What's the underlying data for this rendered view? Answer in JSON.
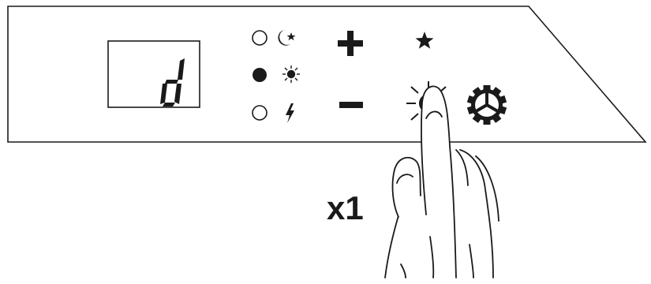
{
  "display": {
    "value": "d",
    "kind": "7-segment"
  },
  "mode_indicators": [
    {
      "mode": "comfort-night",
      "icon": "moon-star-icon",
      "state": "off"
    },
    {
      "mode": "comfort-day",
      "icon": "sun-icon",
      "state": "on"
    },
    {
      "mode": "boost",
      "icon": "lightning-icon",
      "state": "off"
    }
  ],
  "buttons": [
    {
      "id": "plus",
      "icon": "plus-icon"
    },
    {
      "id": "minus",
      "icon": "minus-icon"
    },
    {
      "id": "night-mode",
      "icon": "moon-star-icon"
    },
    {
      "id": "day-mode",
      "icon": "sun-icon"
    },
    {
      "id": "settings",
      "icon": "gear-icon"
    }
  ],
  "instruction": {
    "press_count": "x1",
    "pressed_button": "day-mode"
  },
  "colors": {
    "ink": "#1a1a1a",
    "background": "#ffffff"
  }
}
